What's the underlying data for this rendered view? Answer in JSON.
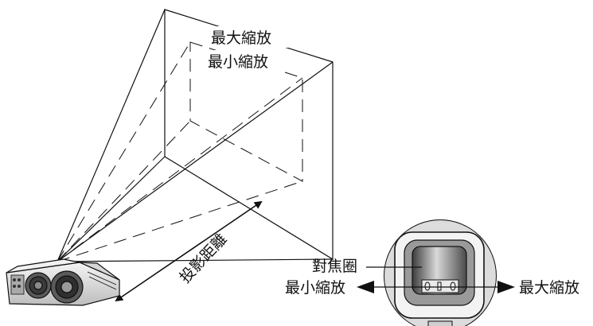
{
  "labels": {
    "max_zoom_screen": "最大縮放",
    "min_zoom_screen": "最小縮放",
    "projection_distance": "投影距離",
    "focus_ring": "對焦圈",
    "min_zoom_lens": "最小縮放",
    "max_zoom_lens": "最大縮放"
  },
  "colors": {
    "line": "#111111",
    "lens_dark": "#5a5a5a",
    "lens_light": "#d8d8d8",
    "projector_body": "#e6e6e6"
  },
  "icons": [
    "projector-icon",
    "lens-closeup-icon",
    "double-arrow-icon"
  ]
}
